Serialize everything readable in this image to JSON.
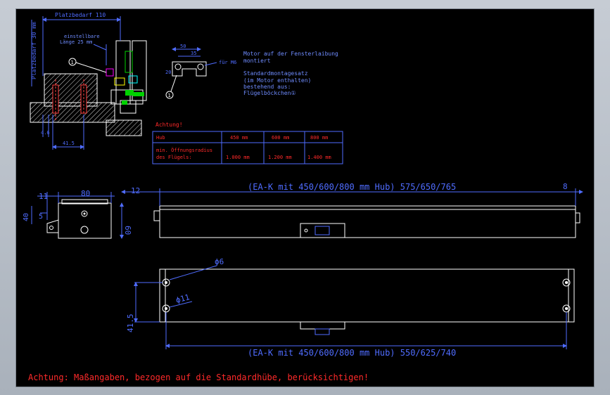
{
  "colors": {
    "background": "#000000",
    "line": "#ffffff",
    "dim": "#4f6cff",
    "note": "#6f8cff",
    "warning": "#ff2a2a",
    "green": "#00d200",
    "magenta": "#ff00ff",
    "yellow": "#ffff00",
    "cyan": "#00ffff"
  },
  "section": {
    "platzbedarf_top": "Platzbedarf 110",
    "platzbedarf_side": "Platzbedarf 30 mm",
    "einstellbare": "einstellbare",
    "laenge": "Länge 25 mm",
    "dim_46": "4.6",
    "dim_415": "41.5",
    "marker": "1"
  },
  "bracket": {
    "dim_50": "50",
    "dim_35": "35",
    "dim_20": "20",
    "fuer_m6": "für M6",
    "marker": "1"
  },
  "notes": {
    "line1": "Motor auf der Fensterlaibung",
    "line2": "montiert",
    "line3": "Standardmontagesatz",
    "line4": "(im Motor enthalten)",
    "line5": "bestehend aus:",
    "line6": "Flügelböckchen①"
  },
  "table": {
    "title": "Achtung!",
    "header": [
      "Hub",
      "450 mm",
      "600 mm",
      "800 mm"
    ],
    "row_label_1": "min. Öffnungsradius",
    "row_label_2": "des Flügels:",
    "row_values": [
      "1.000 mm",
      "1.200 mm",
      "1.400 mm"
    ]
  },
  "side_view": {
    "dim_11": "11",
    "dim_80": "80",
    "dim_40": "40",
    "dim_5": "5",
    "dim_60": "60"
  },
  "front_view": {
    "dim_12": "12",
    "dim_8": "8",
    "length_label": "(EA-K mit 450/600/800 mm Hub) 575/650/765"
  },
  "bottom_view": {
    "dim_phi6": "ϕ6",
    "dim_phi11": "ϕ11",
    "dim_415": "41.5",
    "length_label": "(EA-K mit 450/600/800 mm Hub) 550/625/740"
  },
  "footer_warning": "Achtung: Maßangaben, bezogen auf die Standardhübe, berücksichtigen!"
}
